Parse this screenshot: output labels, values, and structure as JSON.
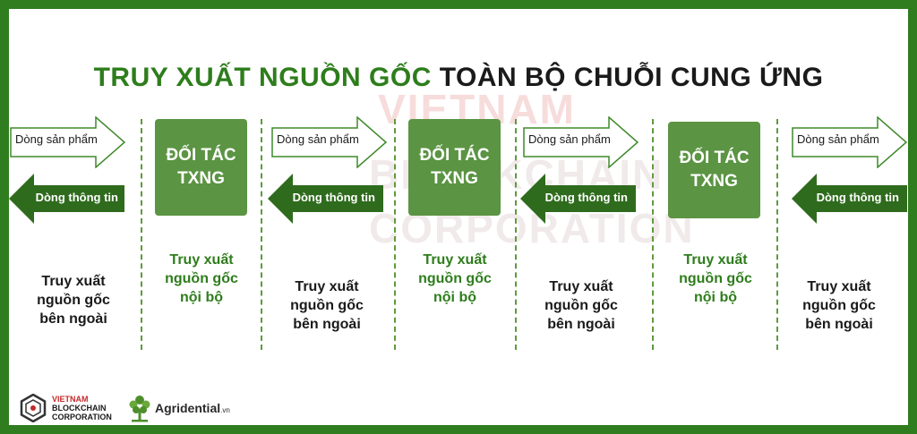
{
  "title": {
    "part1": "TRUY XUẤT NGUỒN GỐC",
    "part2": "TOÀN BỘ CHUỖI CUNG ỨNG",
    "color_green": "#2e7d1c",
    "color_dark": "#1a1a1a"
  },
  "watermark": {
    "line1": "VIETNAM",
    "line2": "BLOCKCHAIN",
    "line3": "CORPORATION"
  },
  "flows": {
    "product": "Dòng sản phẩm",
    "info": "Dòng thông tin"
  },
  "partner_box": {
    "line1": "ĐỐI TÁC",
    "line2": "TXNG",
    "color": "#5b9443"
  },
  "internal_label": {
    "line1": "Truy xuất",
    "line2": "nguồn gốc",
    "line3": "nội bộ"
  },
  "external_label": {
    "line1": "Truy xuất",
    "line2": "nguồn gốc",
    "line3": "bên ngoài"
  },
  "logos": {
    "vbc": {
      "line1": "VIETNAM",
      "line2": "BLOCKCHAIN",
      "line3": "CORPORATION"
    },
    "agri": {
      "name": "Agridential",
      "suffix": ".vn"
    }
  },
  "colors": {
    "frame": "#2f7d1f",
    "arrow_dark": "#2f6b1d",
    "arrow_outline": "#3f8a2a"
  }
}
